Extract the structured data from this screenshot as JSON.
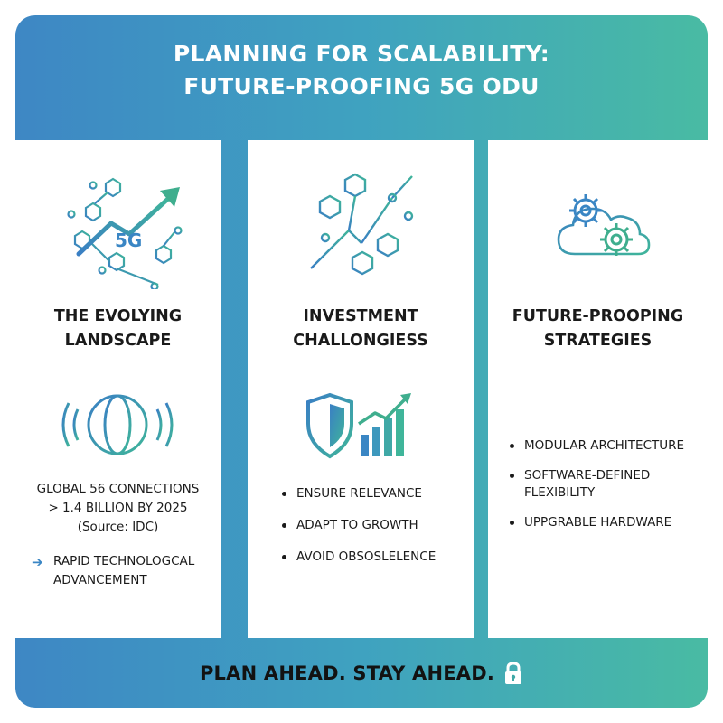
{
  "header": {
    "title_line1": "PLANNING FOR SCALABILITY:",
    "title_line2": "FUTURE-PROOFING 5G ODU"
  },
  "columns": [
    {
      "icon": "network-growth-5g-icon",
      "icon_text": "5G",
      "title_line1": "THE EVOLYING",
      "title_line2": "LANDSCAPE",
      "secondary_icon": "globe-signal-icon",
      "stat_line1": "GLOBAL 56 CONNECTIONS",
      "stat_line2": "> 1.4 BILLION BY 2025",
      "stat_line3": "(Source: IDC)",
      "note_icon": "arrow-right-icon",
      "note_line1": "RAPID TECHNOLOGCAL",
      "note_line2": "ADVANCEMENT"
    },
    {
      "icon": "hexagon-network-icon",
      "title_line1": "INVESTMENT",
      "title_line2": "CHALLONGIESS",
      "secondary_icon": "shield-chart-icon",
      "bullets": [
        "ENSURE RELEVANCE",
        "ADAPT TO GROWTH",
        "AVOID OBSOSLELENCE"
      ]
    },
    {
      "icon": "cloud-gears-icon",
      "title_line1": "FUTURE-PROOPING",
      "title_line2": "STRATEGIES",
      "bullets": [
        {
          "line1": "MODULAR ARCHITECTURE",
          "line2": ""
        },
        {
          "line1": "SOFTWARE-DEFINED",
          "line2": "FLEXIBILITY"
        },
        {
          "line1": "UPPGRABLE HARDWARE",
          "line2": ""
        }
      ]
    }
  ],
  "footer": {
    "tagline": "PLAN AHEAD. STAY AHEAD.",
    "icon": "lock-icon"
  },
  "colors": {
    "gradient_start": "#3e87c4",
    "gradient_end": "#49bba3",
    "text_dark": "#1a1a1a",
    "accent_blue": "#3a86c4",
    "accent_green": "#3fae8e"
  }
}
